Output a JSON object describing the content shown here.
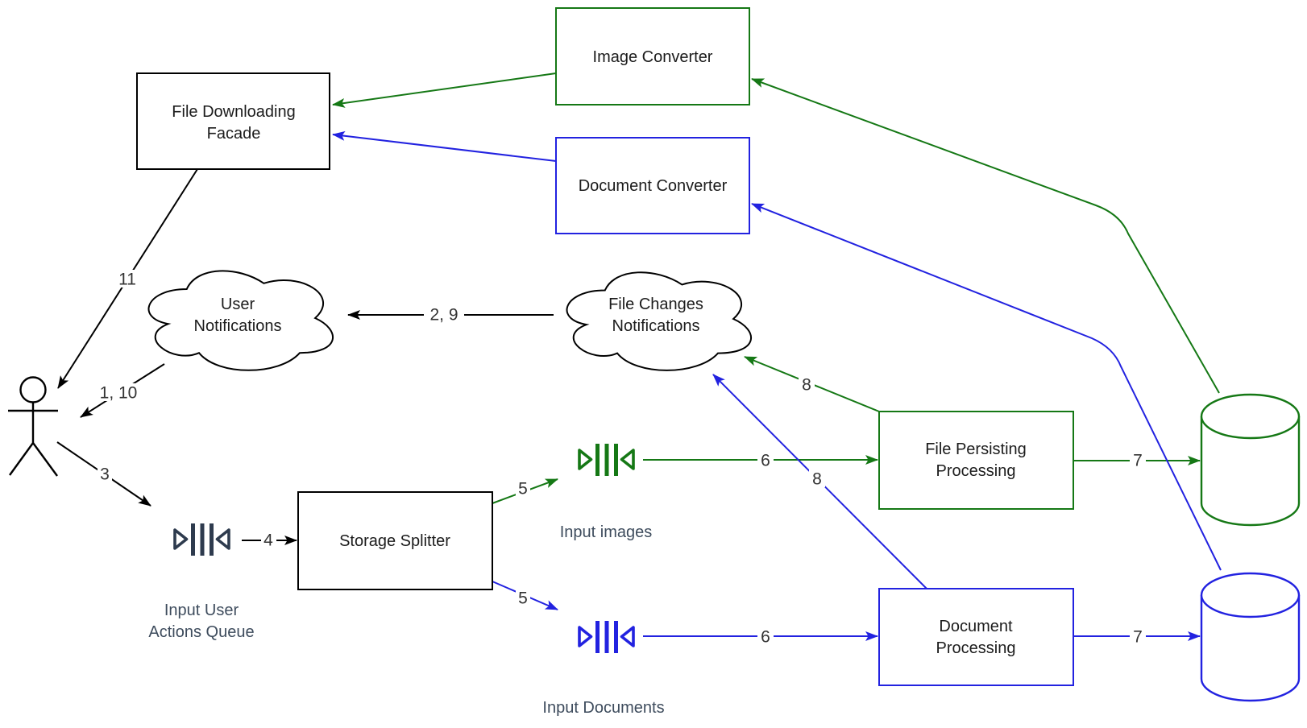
{
  "colors": {
    "green": "#157815",
    "blue": "#2222e0",
    "black": "#000000",
    "queue_dark": "#2e3b4e",
    "caption": "#3e4c5d",
    "elabel": "#333333",
    "boxtext": "#1c1c1c",
    "bg": "#ffffff"
  },
  "nodes": {
    "image_converter": {
      "label": "Image Converter",
      "color": "#157815"
    },
    "document_converter": {
      "label": "Document Converter",
      "color": "#2222e0"
    },
    "file_downloading_facade": {
      "line1": "File Downloading",
      "line2": "Facade",
      "color": "#000000"
    },
    "user_notifications": {
      "line1": "User",
      "line2": "Notifications",
      "color": "#000000"
    },
    "file_changes_notifications": {
      "line1": "File Changes",
      "line2": "Notifications",
      "color": "#000000"
    },
    "storage_splitter": {
      "label": "Storage Splitter",
      "color": "#000000"
    },
    "file_persisting_processing": {
      "line1": "File Persisting",
      "line2": "Processing",
      "color": "#157815"
    },
    "document_processing": {
      "line1": "Document",
      "line2": "Processing",
      "color": "#2222e0"
    },
    "input_user_actions_queue": {
      "line1": "Input User",
      "line2": "Actions Queue",
      "color": "#2e3b4e"
    },
    "input_images_queue": {
      "label": "Input images",
      "color": "#157815"
    },
    "input_documents_queue": {
      "label": "Input Documents",
      "color": "#2222e0"
    },
    "user_actor": {
      "label": ""
    },
    "files_database": {
      "label": "",
      "color": "#157815"
    },
    "documents_database": {
      "label": "",
      "color": "#2222e0"
    }
  },
  "edges": {
    "facade_to_user": {
      "label": "11"
    },
    "user_notifications_to_user": {
      "label": "1, 10"
    },
    "file_changes_to_user_notifications": {
      "label": "2, 9"
    },
    "user_to_actions_queue": {
      "label": "3"
    },
    "actions_queue_to_splitter": {
      "label": "4"
    },
    "splitter_to_input_images": {
      "label": "5"
    },
    "splitter_to_input_documents": {
      "label": "5"
    },
    "input_images_to_file_persisting": {
      "label": "6"
    },
    "input_documents_to_document_processing": {
      "label": "6"
    },
    "file_persisting_to_files_db": {
      "label": "7"
    },
    "document_processing_to_documents_db": {
      "label": "7"
    },
    "file_persisting_to_file_changes": {
      "label": "8"
    },
    "document_processing_to_file_changes": {
      "label": "8"
    },
    "image_converter_to_facade": {
      "label": ""
    },
    "document_converter_to_facade": {
      "label": ""
    },
    "files_db_to_image_converter": {
      "label": ""
    },
    "documents_db_to_document_converter": {
      "label": ""
    }
  }
}
